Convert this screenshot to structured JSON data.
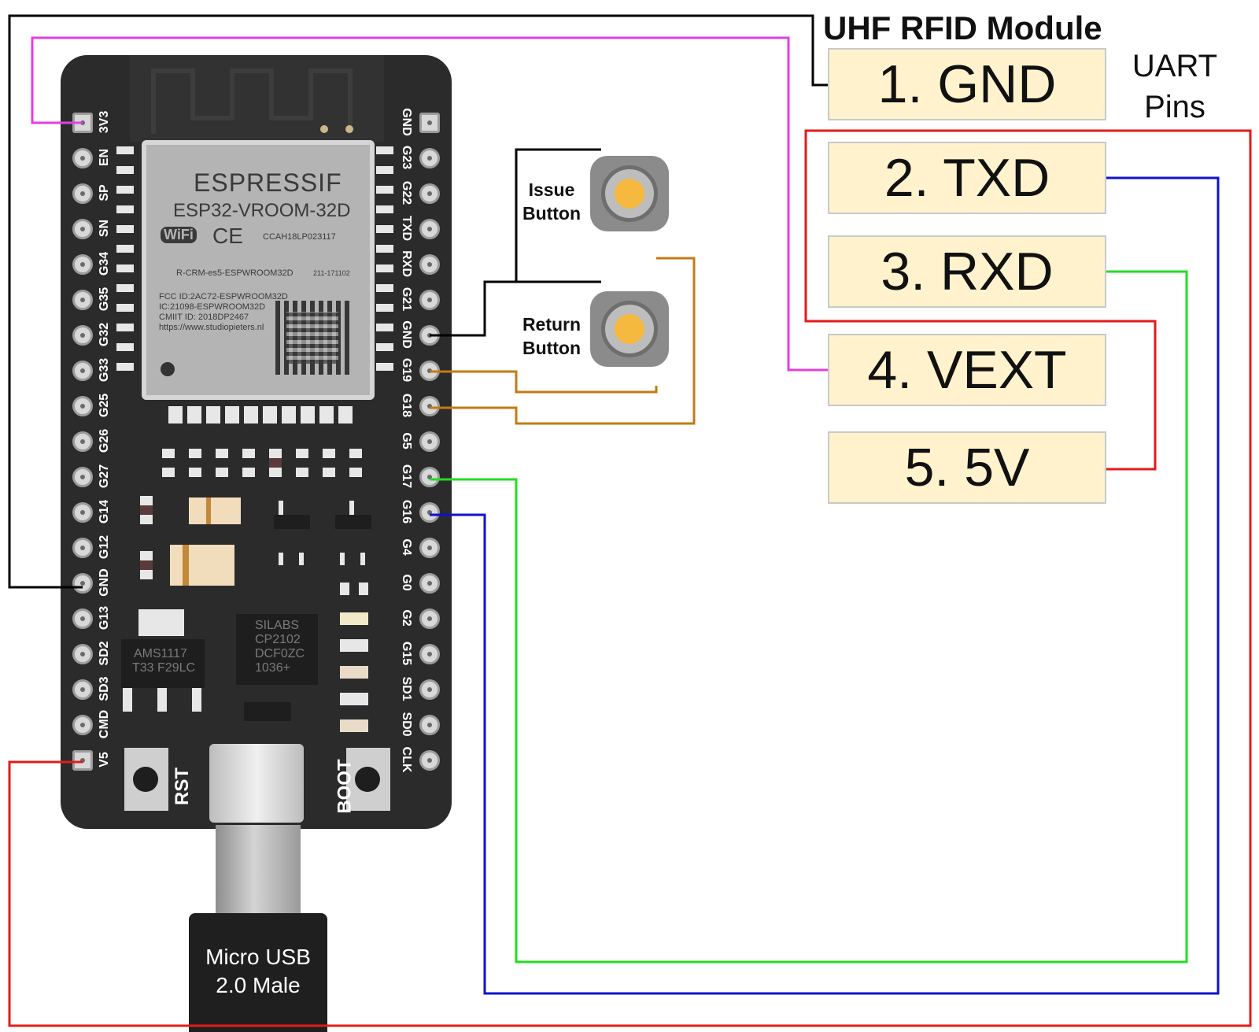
{
  "title": "UHF RFID Module",
  "uart_note": [
    "UART",
    "Pins"
  ],
  "uart_pins": [
    {
      "label": "1. GND"
    },
    {
      "label": "2. TXD"
    },
    {
      "label": "3. RXD"
    },
    {
      "label": "4. VEXT"
    },
    {
      "label": "5. 5V"
    }
  ],
  "module": {
    "brand": "ESPRESSIF",
    "model": "ESP32-VROOM-32D",
    "wifi": "WiFi",
    "ce": "CE",
    "cert": "CCAH18LP023117",
    "rcm": "R-CRM-es5-ESPWROOM32D",
    "code": "211-171102",
    "fcc": "FCC ID:2AC72-ESPWROOM32D",
    "ic": "IC:21098-ESPWROOM32D",
    "cmiit": "CMIIT ID: 2018DP2467",
    "url": "https://www.studiopieters.nl"
  },
  "left_pins": [
    "3V3",
    "EN",
    "SP",
    "SN",
    "G34",
    "G35",
    "G32",
    "G33",
    "G25",
    "G26",
    "G27",
    "G14",
    "G12",
    "GND",
    "G13",
    "SD2",
    "SD3",
    "CMD",
    "V5"
  ],
  "right_pins": [
    "GND",
    "G23",
    "G22",
    "TXD",
    "RXD",
    "G21",
    "GND",
    "G19",
    "G18",
    "G5",
    "G17",
    "G16",
    "G4",
    "G0",
    "G2",
    "G15",
    "SD1",
    "SD0",
    "CLK"
  ],
  "board_labels": {
    "rst": "RST",
    "boot": "BOOT"
  },
  "regulator": [
    "AMS1117",
    "T33 F29LC"
  ],
  "usb_chip": [
    "SILABS",
    "CP2102",
    "DCF0ZC",
    "1036+"
  ],
  "buttons": {
    "issue": [
      "Issue",
      "Button"
    ],
    "return": [
      "Return",
      "Button"
    ]
  },
  "usb_connector": [
    "Micro USB",
    "2.0 Male"
  ],
  "colors": {
    "gnd": "#000000",
    "vext": "#e040e0",
    "power": "#e31b1b",
    "txd": "#1010d0",
    "rxd": "#22dd22",
    "button": "#c47a14"
  }
}
